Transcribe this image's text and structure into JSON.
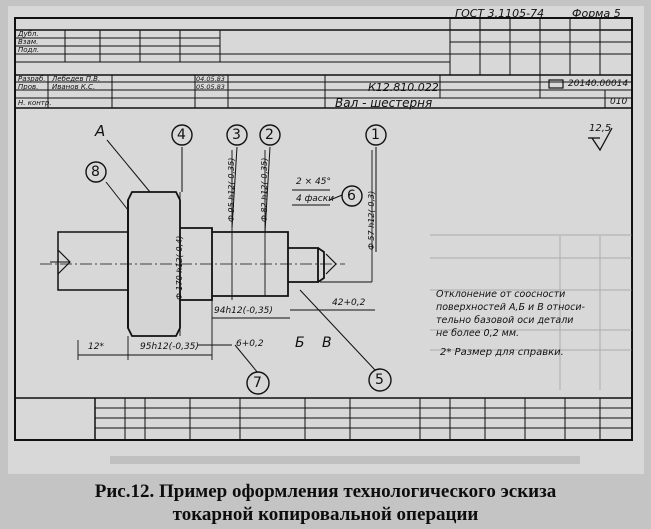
{
  "header": {
    "gost": "ГОСТ 3.1105-74",
    "form": "Форма 5"
  },
  "title_block": {
    "side_labels": [
      "Дубл.",
      "Взам.",
      "Подл."
    ],
    "roles": [
      "Разраб.",
      "Пров."
    ],
    "names": [
      "Лебедев П.В.",
      "Иванов К.С."
    ],
    "dates": [
      "04.05.83",
      "05.05.83"
    ],
    "control_label": "Н. контр.",
    "doc_number": "К12.810.022",
    "part_number": "20140.00014",
    "part_name": "Вал - шестерня",
    "op_number": "010"
  },
  "callouts": [
    "1",
    "2",
    "3",
    "4",
    "5",
    "6",
    "7",
    "8"
  ],
  "letters": {
    "a": "А",
    "b": "Б",
    "v": "В"
  },
  "dimensions": {
    "d1": "Ф 57 h12(-0,3)",
    "d2": "Ф 82 h12(-0,35)",
    "d3": "Ф 95 h12(-0,35)",
    "d4": "Ф 170 h12(-0,4)",
    "chamfer": "2 × 45°",
    "chamfer_note": "4 фаски",
    "l1": "94h12(-0,35)",
    "l2": "95h12(-0,35)",
    "l3": "42+0,2",
    "l4": "6+0,2",
    "l5": "12*"
  },
  "roughness": "12,5",
  "notes": {
    "line1": "Отклонение от соосности",
    "line2": "поверхностей А,Б и В относи-",
    "line3": "тельно базовой оси детали",
    "line4": "не более 0,2 мм.",
    "line5": "2* Размер для справки."
  },
  "caption": {
    "line1": "Рис.12. Пример оформления технологического эскиза",
    "line2": "токарной копировальной операции"
  }
}
